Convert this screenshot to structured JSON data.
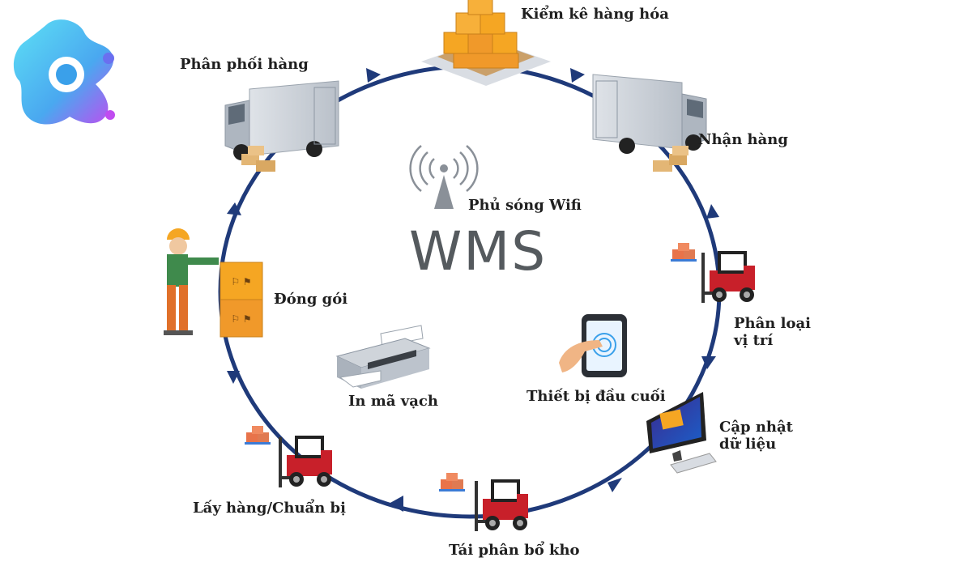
{
  "center": {
    "title": "WMS",
    "wifi_label": "Phủ sóng Wifi"
  },
  "steps": [
    {
      "id": "inventory",
      "label": "Kiểm kê hàng hóa"
    },
    {
      "id": "receiving",
      "label": "Nhận hàng"
    },
    {
      "id": "sorting",
      "line1": "Phân loại",
      "line2": "vị trí"
    },
    {
      "id": "update",
      "line1": "Cập nhật",
      "line2": "dữ liệu"
    },
    {
      "id": "reallocate",
      "label": "Tái phân bổ kho"
    },
    {
      "id": "picking",
      "label": "Lấy hàng/Chuẩn bị"
    },
    {
      "id": "packing",
      "label": "Đóng gói"
    },
    {
      "id": "distribution",
      "label": "Phân phối hàng"
    }
  ],
  "inner": {
    "barcode_label": "In mã vạch",
    "terminal_label": "Thiết bị đầu cuối"
  },
  "colors": {
    "cycle": "#1f3a7a",
    "box": "#f5a623",
    "forklift": "#c8202a",
    "wms_text": "#555a5e"
  },
  "icons": [
    "logo-icon",
    "boxes-icon",
    "truck-icon",
    "wifi-icon",
    "forklift-icon",
    "monitor-icon",
    "worker-icon",
    "printer-icon",
    "phone-icon"
  ]
}
